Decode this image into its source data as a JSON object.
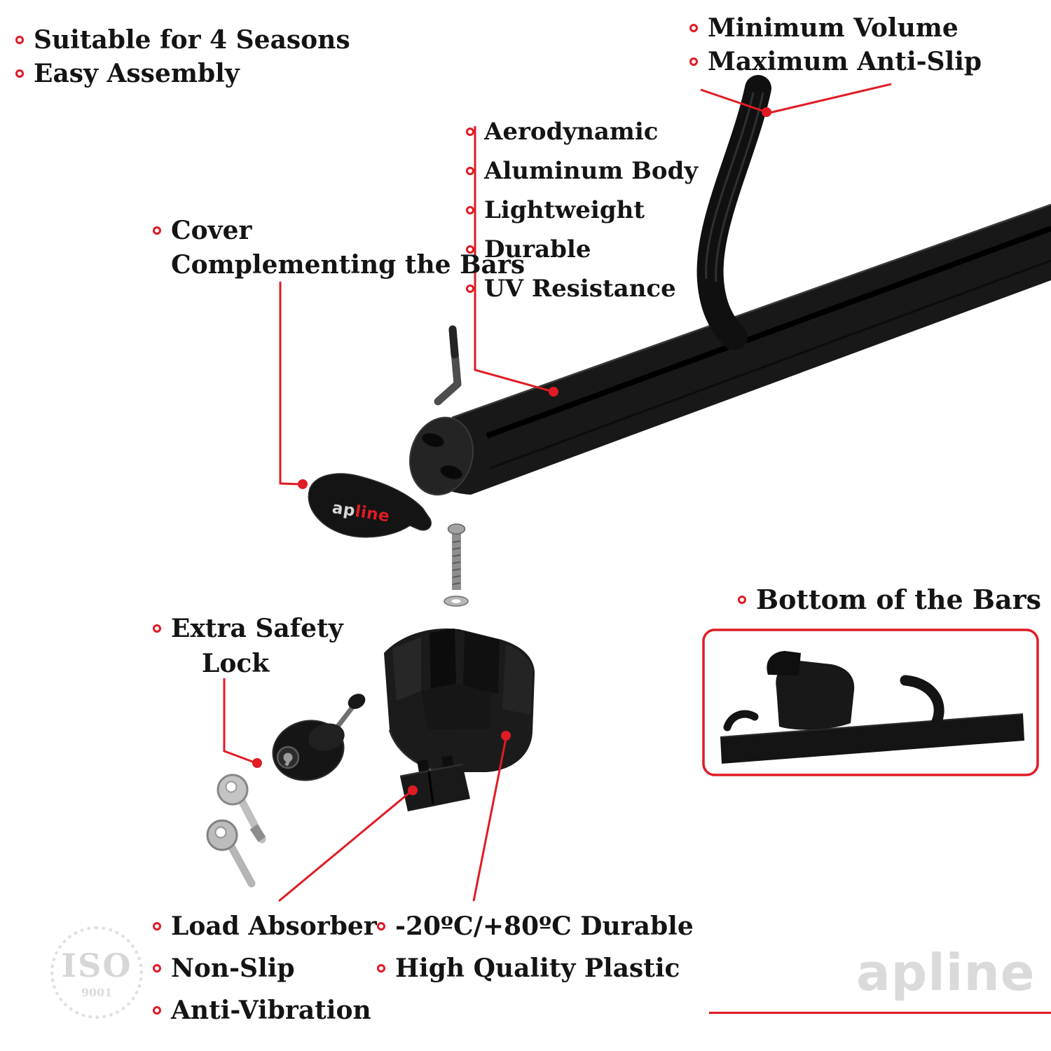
{
  "accent": "#e01b24",
  "top_left_features": [
    "Suitable for 4 Seasons",
    "Easy Assembly"
  ],
  "top_right_features": [
    "Minimum Volume",
    "Maximum Anti-Slip"
  ],
  "cover": {
    "line1": "Cover",
    "line2": "Complementing the Bars"
  },
  "bar_features": [
    "Aerodynamic",
    "Aluminum Body",
    "Lightweight",
    "Durable",
    "UV Resistance"
  ],
  "safety": {
    "line1": "Extra Safety",
    "line2": "Lock"
  },
  "bottom_left_features": [
    "Load Absorber",
    "Non-Slip",
    "Anti-Vibration"
  ],
  "bottom_center_features": [
    "-20ºC/+80ºC Durable",
    "High Quality Plastic"
  ],
  "bottom_bars_label": "Bottom of the Bars",
  "brand": {
    "part1": "ap",
    "part2": "line"
  },
  "watermarks": {
    "brand": "apline",
    "iso": "ISO",
    "iso_number": "9001"
  }
}
